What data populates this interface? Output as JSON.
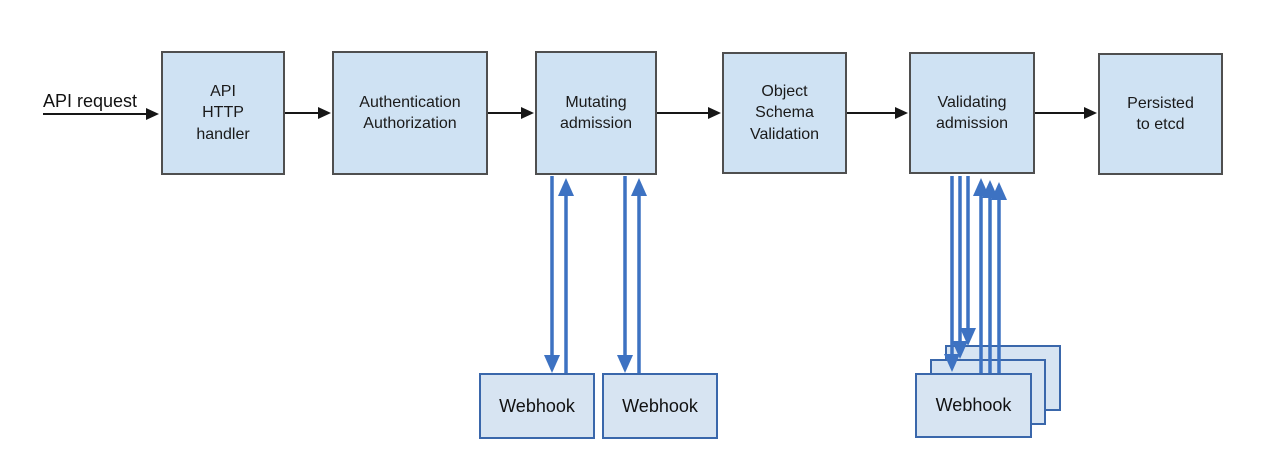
{
  "diagram": {
    "flow_label": "API request",
    "nodes": [
      {
        "id": "api-http-handler",
        "label": "API\nHTTP\nhandler"
      },
      {
        "id": "authentication-authorization",
        "label": "Authentication\nAuthorization"
      },
      {
        "id": "mutating-admission",
        "label": "Mutating\nadmission"
      },
      {
        "id": "object-schema-validation",
        "label": "Object\nSchema\nValidation"
      },
      {
        "id": "validating-admission",
        "label": "Validating\nadmission"
      },
      {
        "id": "persisted-to-etcd",
        "label": "Persisted\nto etcd"
      }
    ],
    "webhook_nodes": {
      "mutating_webhook_1": "Webhook",
      "mutating_webhook_2": "Webhook",
      "validating_webhook": "Webhook"
    },
    "colors": {
      "node_fill": "#cfe2f3",
      "node_border": "#4f4f4f",
      "webhook_fill": "#d7e4f2",
      "webhook_border": "#3a67ab",
      "arrow_black": "#161616",
      "arrow_blue": "#3d72c2"
    }
  }
}
